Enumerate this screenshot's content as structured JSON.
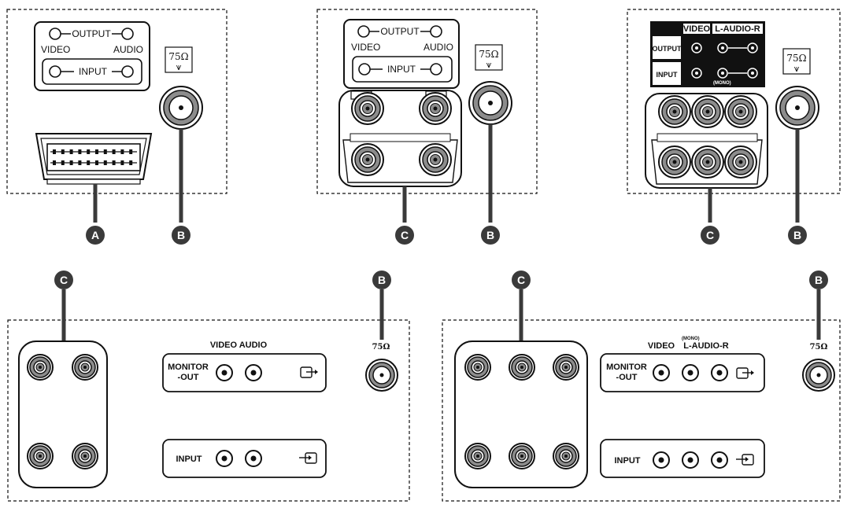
{
  "badges": {
    "a": "A",
    "b": "B",
    "c": "C"
  },
  "antenna": {
    "label": "75Ω",
    "symbol": "⩛"
  },
  "panel1": {
    "output": "OUTPUT",
    "input": "INPUT",
    "video": "VIDEO",
    "audio": "AUDIO"
  },
  "panel2": {
    "output": "OUTPUT",
    "input": "INPUT",
    "video": "VIDEO",
    "audio": "AUDIO"
  },
  "panel3": {
    "video": "VIDEO",
    "audio": "L-AUDIO-R",
    "output": "OUTPUT",
    "input": "INPUT",
    "mono": "(MONO)"
  },
  "panel4": {
    "header": "VIDEO AUDIO",
    "monitor_line1": "MONITOR",
    "monitor_line2": "-OUT",
    "input": "INPUT"
  },
  "panel5": {
    "video": "VIDEO",
    "mono": "(MONO)",
    "audio": "L-AUDIO-R",
    "monitor_line1": "MONITOR",
    "monitor_line2": "-OUT",
    "input": "INPUT"
  },
  "colors": {
    "line": "#111111",
    "badge": "#3a3a3a",
    "jack": "#8c8c8c",
    "panel_bg": "#111111"
  }
}
